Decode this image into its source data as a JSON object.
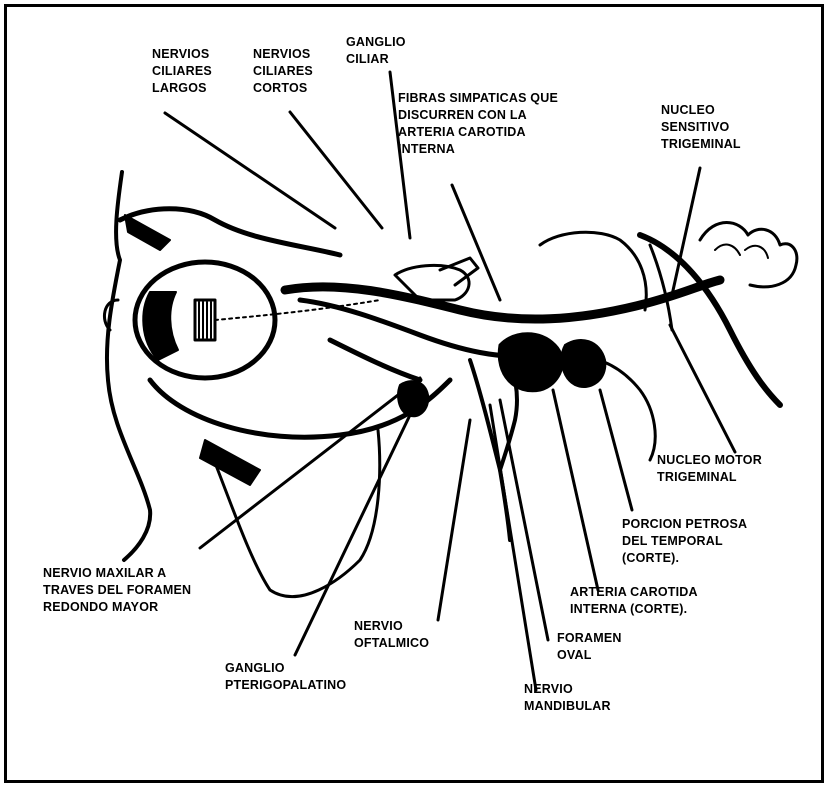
{
  "labels": {
    "nervios_ciliares_largos": [
      "NERVIOS",
      "CILIARES",
      "LARGOS"
    ],
    "nervios_ciliares_cortos": [
      "NERVIOS",
      "CILIARES",
      "CORTOS"
    ],
    "ganglio_ciliar": [
      "GANGLIO",
      "CILIAR"
    ],
    "fibras_simpaticas": [
      "FIBRAS SIMPATICAS QUE",
      "DISCURREN CON LA",
      "ARTERIA CAROTIDA",
      "INTERNA"
    ],
    "nucleo_sensitivo": [
      "NUCLEO",
      "SENSITIVO",
      "TRIGEMINAL"
    ],
    "nucleo_motor": [
      "NUCLEO MOTOR",
      "TRIGEMINAL"
    ],
    "porcion_petrosa": [
      "PORCION PETROSA",
      "DEL TEMPORAL",
      "(CORTE)."
    ],
    "arteria_carotida_corte": [
      "ARTERIA CAROTIDA",
      "INTERNA (CORTE)."
    ],
    "foramen_oval": [
      "FORAMEN",
      "OVAL"
    ],
    "nervio_mandibular": [
      "NERVIO",
      "MANDIBULAR"
    ],
    "nervio_oftalmico": [
      "NERVIO",
      "OFTALMICO"
    ],
    "ganglio_pterigopalatino": [
      "GANGLIO",
      "PTERIGOPALATINO"
    ],
    "nervio_maxilar": [
      "NERVIO MAXILAR A",
      "TRAVES DEL FORAMEN",
      "REDONDO MAYOR"
    ]
  },
  "colors": {
    "ink": "#000000",
    "paper": "#ffffff"
  }
}
